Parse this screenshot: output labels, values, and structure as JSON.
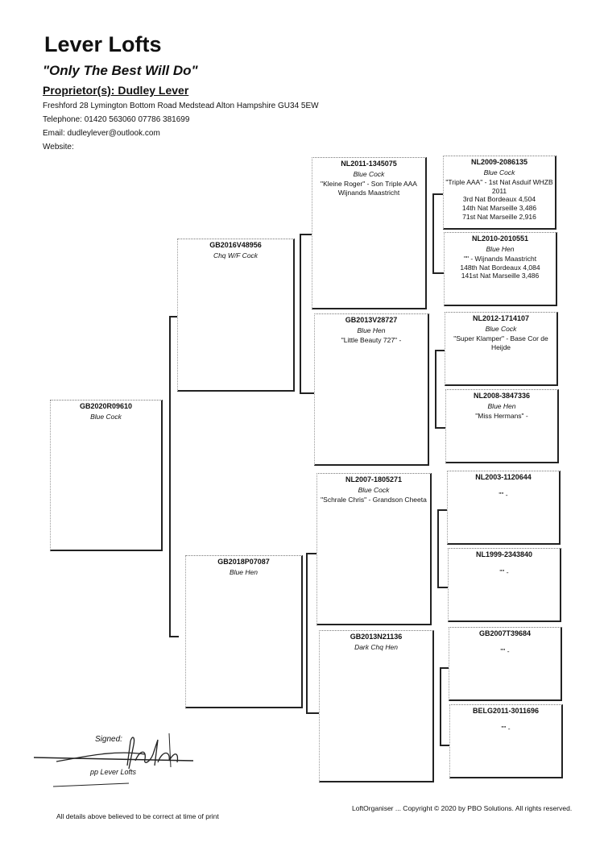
{
  "header": {
    "title": "Lever Lofts",
    "motto": "\"Only The Best Will Do\"",
    "proprietor": "Proprietor(s): Dudley Lever",
    "address": "Freshford 28 Lymington Bottom Road Medstead Alton Hampshire GU34 5EW",
    "telephone": "Telephone: 01420 563060     07786 381699",
    "email": "Email: dudleylever@outlook.com",
    "website": "Website:"
  },
  "pedigree": {
    "subject": {
      "ring": "GB2020R09610",
      "color": "Blue Cock",
      "notes": ""
    },
    "sire": {
      "ring": "GB2016V48956",
      "color": "Chq W/F Cock",
      "notes": ""
    },
    "dam": {
      "ring": "GB2018P07087",
      "color": "Blue Hen",
      "notes": ""
    },
    "sire_sire": {
      "ring": "NL2011-1345075",
      "color": "Blue Cock",
      "notes": "\"Kleine Roger\" - Son Triple AAA\nWijnands Maastricht"
    },
    "sire_dam": {
      "ring": "GB2013V28727",
      "color": "Blue Hen",
      "notes": "\"Little Beauty 727\" -"
    },
    "dam_sire": {
      "ring": "NL2007-1805271",
      "color": "Blue Cock",
      "notes": "\"Schrale Chris\" - Grandson Cheeta"
    },
    "dam_dam": {
      "ring": "GB2013N21136",
      "color": "Dark Chq Hen",
      "notes": ""
    },
    "ss_sire": {
      "ring": "NL2009-2086135",
      "color": "Blue Cock",
      "notes": "\"Triple AAA\" - 1st Nat Asduif WHZB\n2011\n3rd Nat Bordeaux 4,504\n14th Nat Marseille 3,486\n71st Nat Marseille 2,916"
    },
    "ss_dam": {
      "ring": "NL2010-2010551",
      "color": "Blue Hen",
      "notes": "\"\" - Wijnands Maastricht\n148th Nat Bordeaux 4,084\n141st Nat Marseille 3,486"
    },
    "sd_sire": {
      "ring": "NL2012-1714107",
      "color": "Blue Cock",
      "notes": "\"Super Klamper\" - Base Cor de\nHeijde"
    },
    "sd_dam": {
      "ring": "NL2008-3847336",
      "color": "Blue Hen",
      "notes": "\"Miss Hermans\" -"
    },
    "ds_sire": {
      "ring": "NL2003-1120644",
      "color": "",
      "notes": "\"\" -"
    },
    "ds_dam": {
      "ring": "NL1999-2343840",
      "color": "",
      "notes": "\"\" -"
    },
    "dd_sire": {
      "ring": "GB2007T39684",
      "color": "",
      "notes": "\"\" -"
    },
    "dd_dam": {
      "ring": "BELG2011-3011696",
      "color": "",
      "notes": "\"\" -"
    }
  },
  "signature": {
    "label": "Signed:",
    "pp": "pp Lever Lofts"
  },
  "footer": {
    "left": "All details above believed to be correct at time of print",
    "right": "LoftOrganiser ... Copyright © 2020 by PBO Solutions. All rights reserved."
  }
}
